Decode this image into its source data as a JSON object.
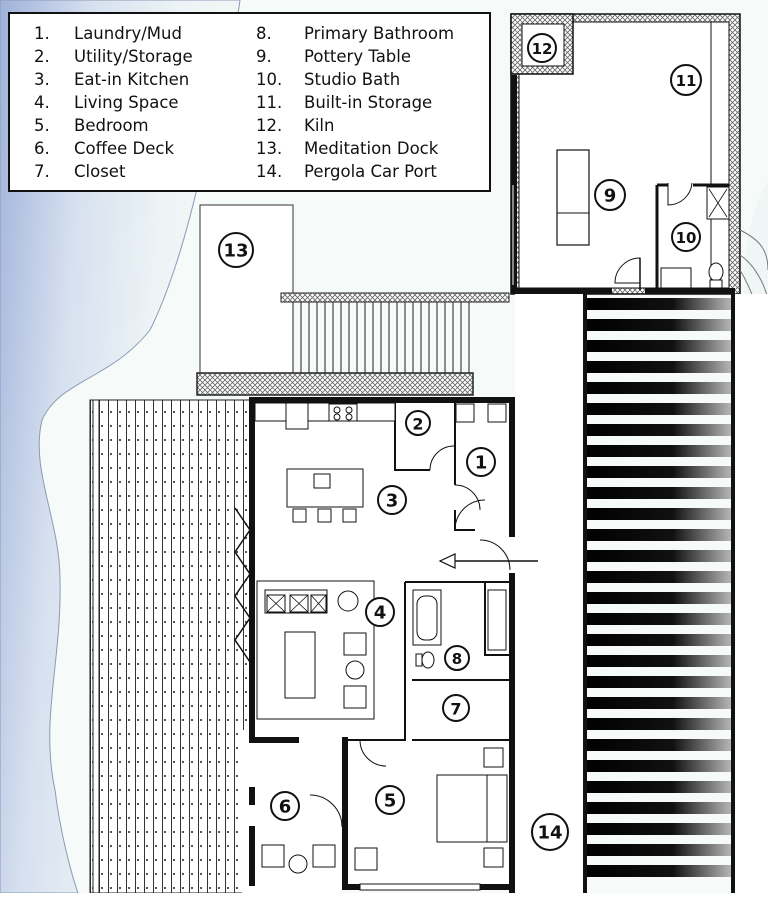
{
  "legend": [
    {
      "num": "1.",
      "label": "Laundry/Mud"
    },
    {
      "num": "2.",
      "label": "Utility/Storage"
    },
    {
      "num": "3.",
      "label": "Eat-in Kitchen"
    },
    {
      "num": "4.",
      "label": "Living Space"
    },
    {
      "num": "5.",
      "label": "Bedroom"
    },
    {
      "num": "6.",
      "label": "Coffee Deck"
    },
    {
      "num": "7.",
      "label": "Closet"
    },
    {
      "num": "8.",
      "label": "Primary Bathroom"
    },
    {
      "num": "9.",
      "label": "Pottery Table"
    },
    {
      "num": "10.",
      "label": "Studio Bath"
    },
    {
      "num": "11.",
      "label": "Built-in Storage"
    },
    {
      "num": "12.",
      "label": "Kiln"
    },
    {
      "num": "13.",
      "label": "Meditation Dock"
    },
    {
      "num": "14.",
      "label": "Pergola Car Port"
    }
  ],
  "room_markers": {
    "laundry": "1",
    "utility": "2",
    "kitchen": "3",
    "living": "4",
    "bedroom": "5",
    "coffee_deck": "6",
    "closet": "7",
    "bath": "8",
    "pottery": "9",
    "studio_bath": "10",
    "storage": "11",
    "kiln": "12",
    "dock": "13",
    "carport": "14"
  },
  "colors": {
    "wall": "#111111",
    "water_light": "#eef3f8",
    "water_dark": "#a9b9de",
    "hatch": "#555555"
  }
}
